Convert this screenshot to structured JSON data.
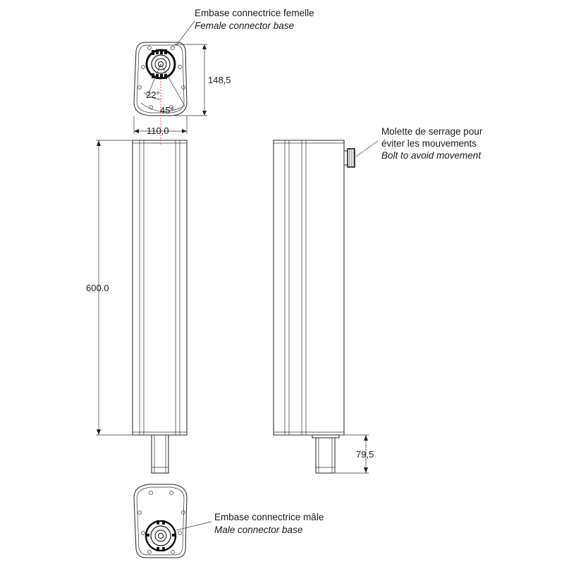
{
  "annotations": {
    "female_fr": "Embase connectrice femelle",
    "female_en": "Female connector base",
    "bolt_fr_1": "Molette de serrage pour",
    "bolt_fr_2": "éviter les mouvements",
    "bolt_en": "Bolt to avoid movement",
    "male_fr": "Embase connectrice mâle",
    "male_en": "Male connector base"
  },
  "dimensions": {
    "base_height": "148,5",
    "base_width": "110,0",
    "column_height": "600.0",
    "pin_length": "79,5",
    "angle_small": "22°",
    "angle_large": "45°"
  },
  "colors": {
    "line": "#222222",
    "center_axis": "#e05050"
  }
}
